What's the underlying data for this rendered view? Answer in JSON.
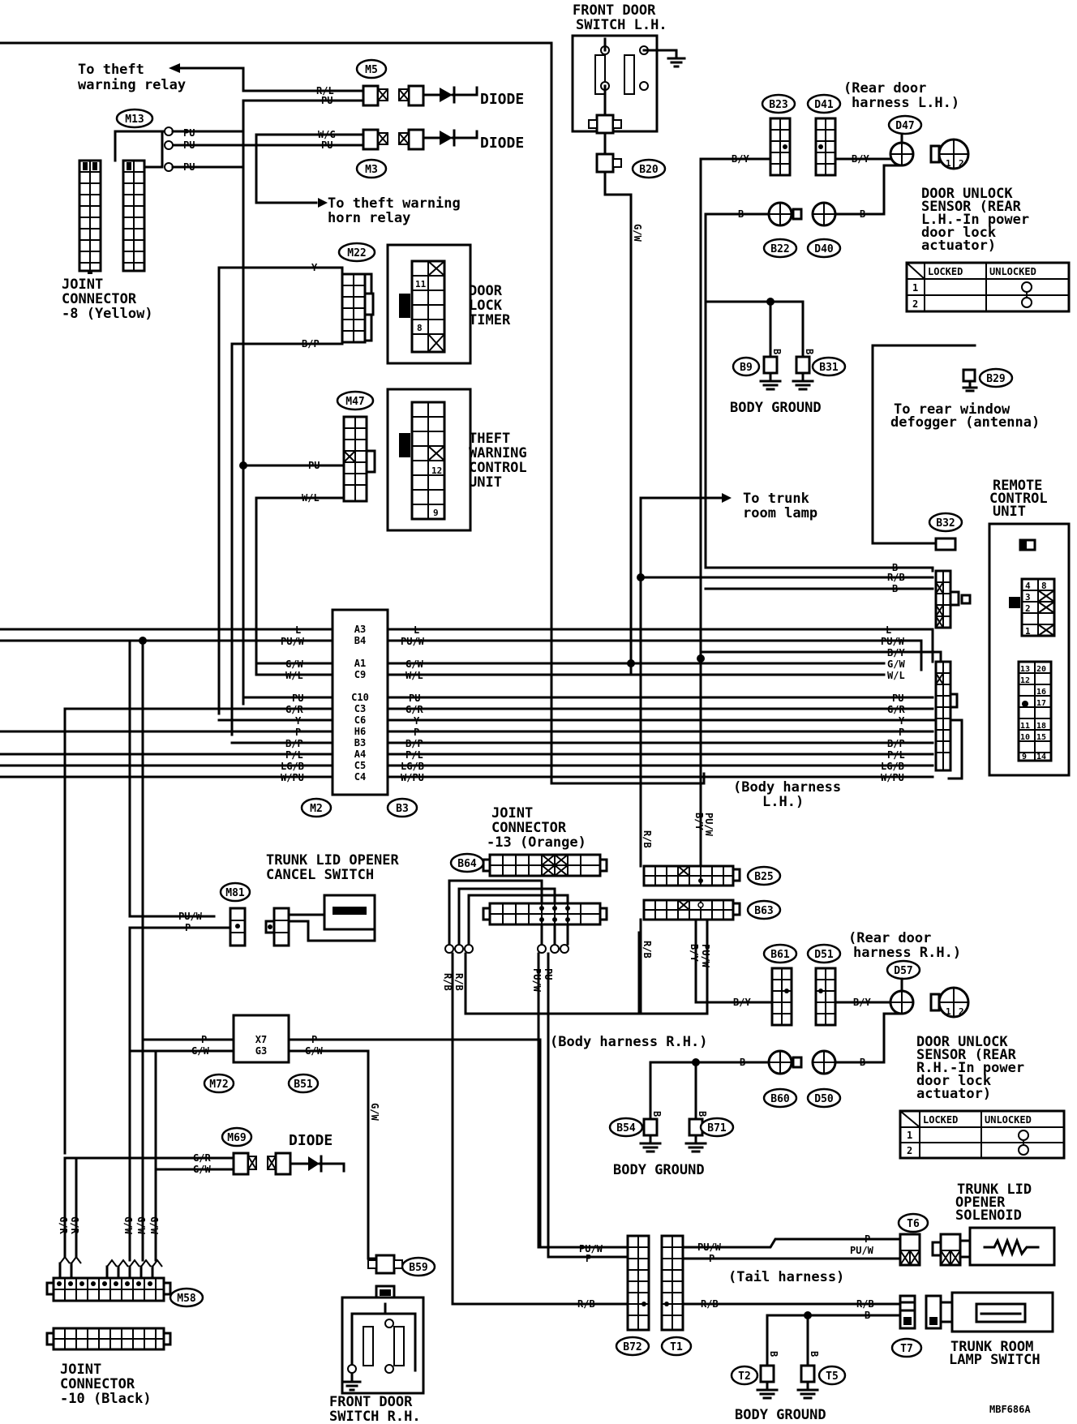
{
  "figure_code": "MBF686A",
  "connectors": {
    "M5": "M5",
    "M3": "M3",
    "M13": "M13",
    "M22": "M22",
    "M47": "M47",
    "M2": "M2",
    "B3": "B3",
    "M81": "M81",
    "M72": "M72",
    "B51": "B51",
    "M69": "M69",
    "M58": "M58",
    "B59": "B59",
    "B20": "B20",
    "B23": "B23",
    "D41": "D41",
    "D47": "D47",
    "B22": "B22",
    "D40": "D40",
    "B9": "B9",
    "B31": "B31",
    "B29": "B29",
    "B32": "B32",
    "B64": "B64",
    "B25": "B25",
    "B63": "B63",
    "B61": "B61",
    "D51": "D51",
    "D57": "D57",
    "B60": "B60",
    "D50": "D50",
    "B54": "B54",
    "B71": "B71",
    "T6": "T6",
    "B72": "B72",
    "T1": "T1",
    "T7": "T7",
    "T2": "T2",
    "T5": "T5"
  },
  "labels": {
    "theft_relay_1": "To theft",
    "theft_relay_2": "warning relay",
    "diode": "DIODE",
    "horn_relay_1": "To theft warning",
    "horn_relay_2": "horn relay",
    "joint8_1": "JOINT",
    "joint8_2": "CONNECTOR",
    "joint8_3": "-8 (Yellow)",
    "dlt_1": "DOOR",
    "dlt_2": "LOCK",
    "dlt_3": "TIMER",
    "twcu_1": "THEFT",
    "twcu_2": "WARNING",
    "twcu_3": "CONTROL",
    "twcu_4": "UNIT",
    "fdsl_1": "FRONT DOOR",
    "fdsl_2": "SWITCH L.H.",
    "rdl_1": "(Rear door",
    "rdl_2": "harness L.H.)",
    "dus_l_1": "DOOR UNLOCK",
    "dus_l_2": "SENSOR (REAR",
    "dus_l_3": "L.H.-In power",
    "dus_l_4": "door lock",
    "dus_l_5": "actuator)",
    "locked": "LOCKED",
    "unlocked": "UNLOCKED",
    "row1": "1",
    "row2": "2",
    "body_ground": "BODY GROUND",
    "defog_1": "To rear window",
    "defog_2": "defogger (antenna)",
    "trunk_room_1": "To trunk",
    "trunk_room_2": "room lamp",
    "rcu_1": "REMOTE",
    "rcu_2": "CONTROL",
    "rcu_3": "UNIT",
    "body_lh_1": "(Body harness",
    "body_lh_2": "L.H.)",
    "joint13_1": "JOINT",
    "joint13_2": "CONNECTOR",
    "joint13_3": "-13 (Orange)",
    "tlocs_1": "TRUNK LID OPENER",
    "tlocs_2": "CANCEL SWITCH",
    "rdr_1": "(Rear door",
    "rdr_2": "harness R.H.)",
    "body_rh": "(Body harness R.H.)",
    "dus_r_1": "DOOR UNLOCK",
    "dus_r_2": "SENSOR (REAR",
    "dus_r_3": "R.H.-In power",
    "dus_r_4": "door lock",
    "dus_r_5": "actuator)",
    "tlos_1": "TRUNK LID",
    "tlos_2": "OPENER",
    "tlos_3": "SOLENOID",
    "tail": "(Tail harness)",
    "trls_1": "TRUNK ROOM",
    "trls_2": "LAMP SWITCH",
    "joint10_1": "JOINT",
    "joint10_2": "CONNECTOR",
    "joint10_3": "-10 (Black)",
    "fdsr_1": "FRONT DOOR",
    "fdsr_2": "SWITCH R.H."
  },
  "wires": {
    "RL": "R/L",
    "PU": "PU",
    "WG": "W/G",
    "Y": "Y",
    "BP": "B/P",
    "WL": "W/L",
    "L": "L",
    "PUW": "PU/W",
    "GW": "G/W",
    "GR": "G/R",
    "P": "P",
    "PL": "P/L",
    "LGB": "LG/B",
    "WPU": "W/PU",
    "BY": "B/Y",
    "B": "B",
    "RB": "R/B"
  },
  "mid_pins": [
    "A3",
    "B4",
    "A1",
    "C9",
    "C10",
    "C3",
    "C6",
    "H6",
    "B3",
    "A4",
    "C5",
    "C4"
  ],
  "x7": "X7",
  "g3": "G3",
  "timer_pins": [
    "11",
    "8"
  ],
  "twcu_pins": [
    "12",
    "9"
  ],
  "rcu_pins_a": [
    "4",
    "8",
    "3",
    "2",
    "1"
  ],
  "rcu_pins_b": [
    "13",
    "20",
    "12",
    "16",
    "17",
    "11",
    "18",
    "10",
    "15",
    "9",
    "14"
  ],
  "sensor_pins": [
    "1",
    "2"
  ]
}
